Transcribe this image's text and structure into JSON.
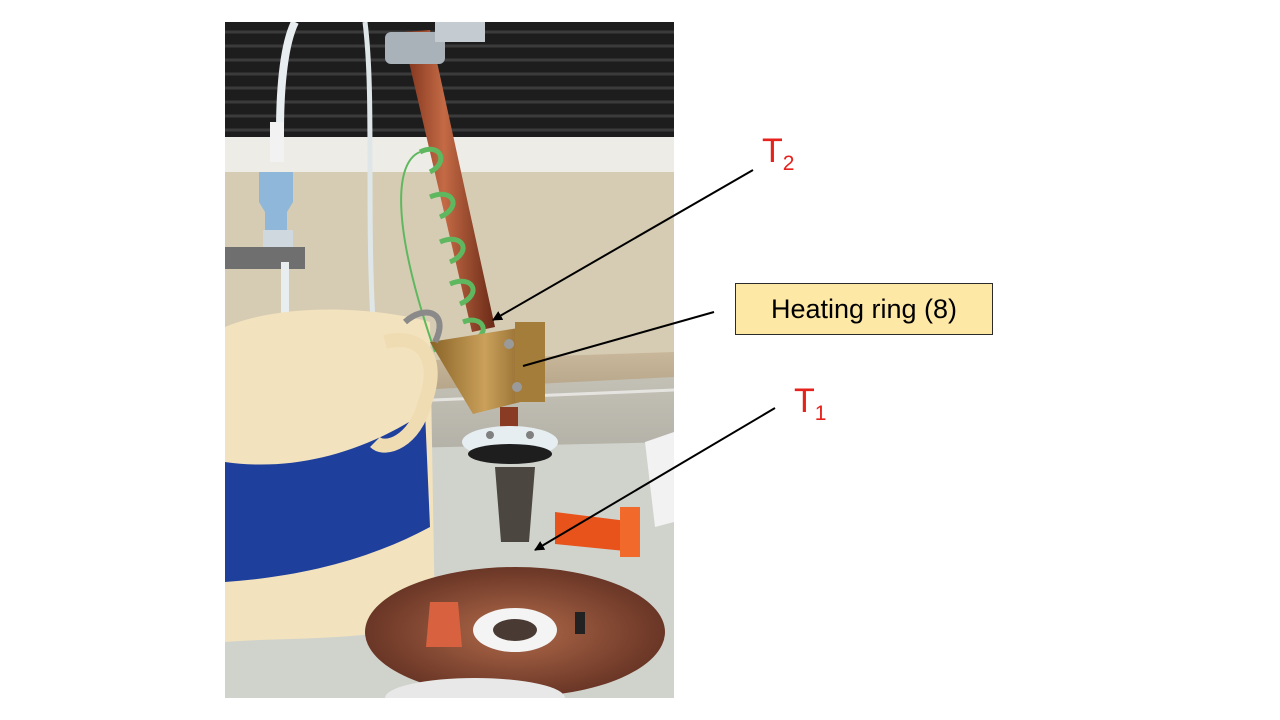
{
  "labels": {
    "t2": {
      "main": "T",
      "sub": "2"
    },
    "t1": {
      "main": "T",
      "sub": "1"
    },
    "heating_ring": "Heating ring (8)"
  },
  "colors": {
    "label_red": "#e5221b",
    "callout_fill": "#fde8a6",
    "arrow": "#000000"
  }
}
